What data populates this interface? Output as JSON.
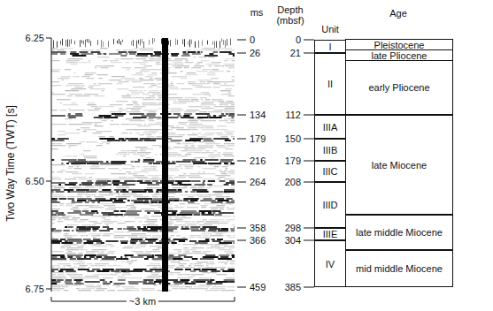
{
  "diagram": {
    "nodes": [
      {
        "text": [
          "I"
        ]
      },
      {
        "text": [
          "II"
        ]
      },
      {
        "text": [
          "IIIA"
        ]
      },
      {
        "text": [
          "IIIB"
        ]
      },
      {
        "text": [
          "IIIC"
        ]
      },
      {
        "text": [
          "IIID"
        ]
      },
      {
        "text": [
          "IIIE"
        ]
      },
      {
        "text": [
          "IV"
        ]
      },
      {
        "text": [
          "Pleistocene"
        ]
      },
      {
        "text": [
          "late Pliocene"
        ]
      },
      {
        "text": [
          "early Pliocene"
        ]
      },
      {
        "text": [
          "late Miocene"
        ]
      },
      {
        "text": [
          "late middle Miocene"
        ]
      },
      {
        "text": [
          "mid middle Miocene"
        ]
      }
    ],
    "labels": [
      "6.25",
      "6.50",
      "6.75",
      "Two Way Time (TWT) [s]",
      "~3 km",
      "ms",
      "Depth (mbsf)",
      "Unit",
      "Age",
      "0",
      "26",
      "134",
      "179",
      "216",
      "264",
      "358",
      "366",
      "459",
      "0",
      "21",
      "112",
      "150",
      "179",
      "208",
      "298",
      "304",
      "385"
    ]
  }
}
